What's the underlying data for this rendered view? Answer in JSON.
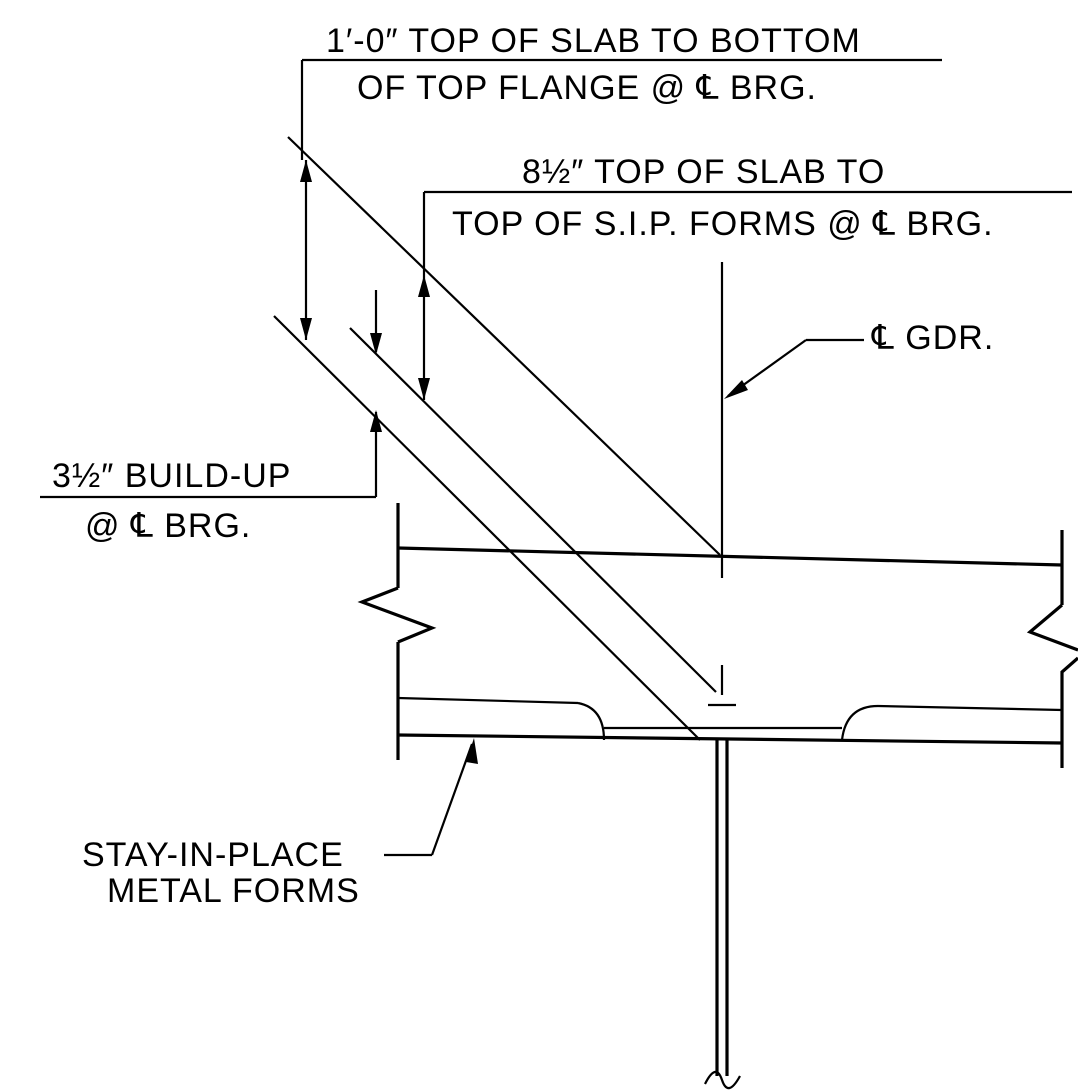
{
  "labels": {
    "dim_1ft": {
      "line1": "1′-0″ TOP OF SLAB TO BOTTOM",
      "line2": "OF TOP FLANGE @ ℄ BRG."
    },
    "dim_8half": {
      "line1": "8½″ TOP OF SLAB TO",
      "line2": "TOP OF S.I.P. FORMS @ ℄ BRG."
    },
    "gdr": "℄ GDR.",
    "buildup": {
      "line1": "3½″ BUILD-UP",
      "line2": "@ ℄ BRG."
    },
    "sip": {
      "line1": "STAY-IN-PLACE",
      "line2": "METAL FORMS"
    }
  }
}
